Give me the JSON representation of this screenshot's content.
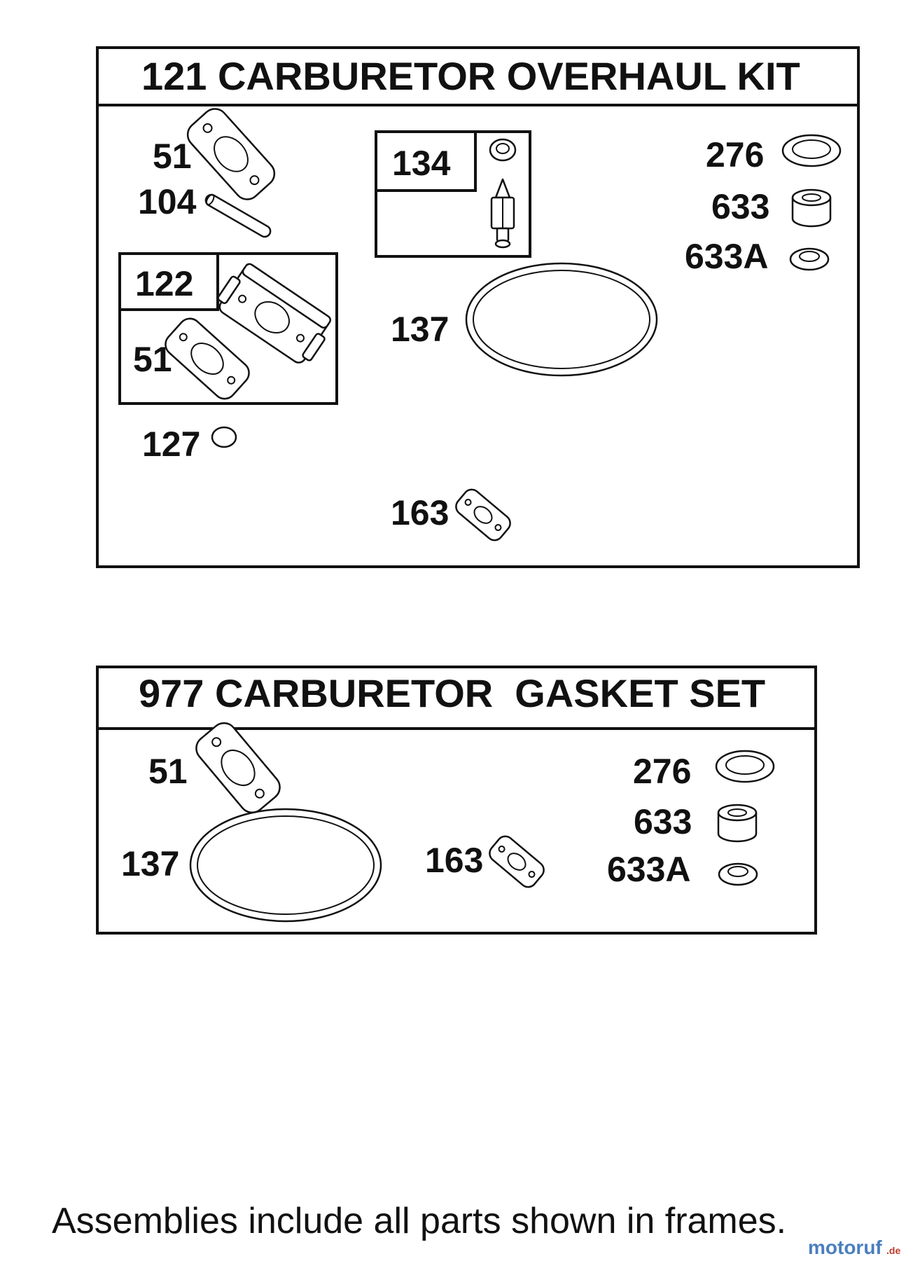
{
  "kits": [
    {
      "title": "121 CARBURETOR OVERHAUL KIT",
      "labels": {
        "gasket_51": "51",
        "pin_104": "104",
        "subkit_122": "122",
        "subkit_122_gasket_51": "51",
        "plug_127": "127",
        "subkit_134": "134",
        "ring_137": "137",
        "gasket_163": "163",
        "washer_276": "276",
        "seat_633": "633",
        "seat_633a": "633A"
      }
    },
    {
      "title": "977 CARBURETOR  GASKET SET",
      "labels": {
        "gasket_51": "51",
        "ring_137": "137",
        "gasket_163": "163",
        "washer_276": "276",
        "seat_633": "633",
        "seat_633a": "633A"
      }
    }
  ],
  "footer": "Assemblies include all parts shown in frames.",
  "watermark": {
    "main": "motoruf",
    "suffix": ".de",
    "color_main": "#4a7fbf",
    "color_accent": "#c0392b"
  }
}
